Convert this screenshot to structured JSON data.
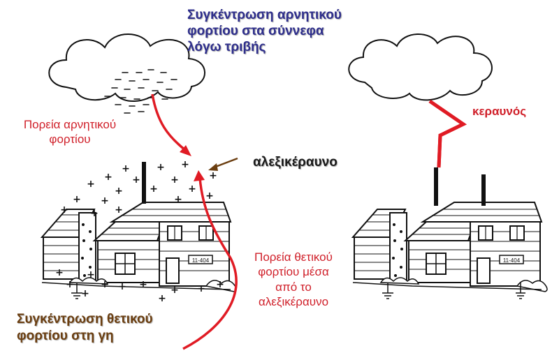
{
  "labels": {
    "cloud_charge_line1": "Συγκέντρωση αρνητικού",
    "cloud_charge_line2": "φορτίου στα σύννεφα",
    "cloud_charge_line3": "λόγω τριβής",
    "negative_path_line1": "Πορεία αρνητικού",
    "negative_path_line2": "φορτίου",
    "lightning_rod": "αλεξικέραυνο",
    "lightning": "κεραυνός",
    "positive_path_line1": "Πορεία θετικού",
    "positive_path_line2": "φορτίου μέσα",
    "positive_path_line3": "από το",
    "positive_path_line4": "αλεξικέραυνο",
    "ground_charge_line1": "Συγκέντρωση θετικού",
    "ground_charge_line2": "φορτίου στη γη"
  },
  "colors": {
    "cloud_text": "#2e2e8c",
    "red_text": "#d0202a",
    "rod_text": "#1a1a1a",
    "ground_text": "#6b3e10",
    "charge_path": "#e01b24",
    "pointer_arrow": "#6b3e10",
    "line_art": "#111111"
  },
  "house_plate_text": "11-404"
}
